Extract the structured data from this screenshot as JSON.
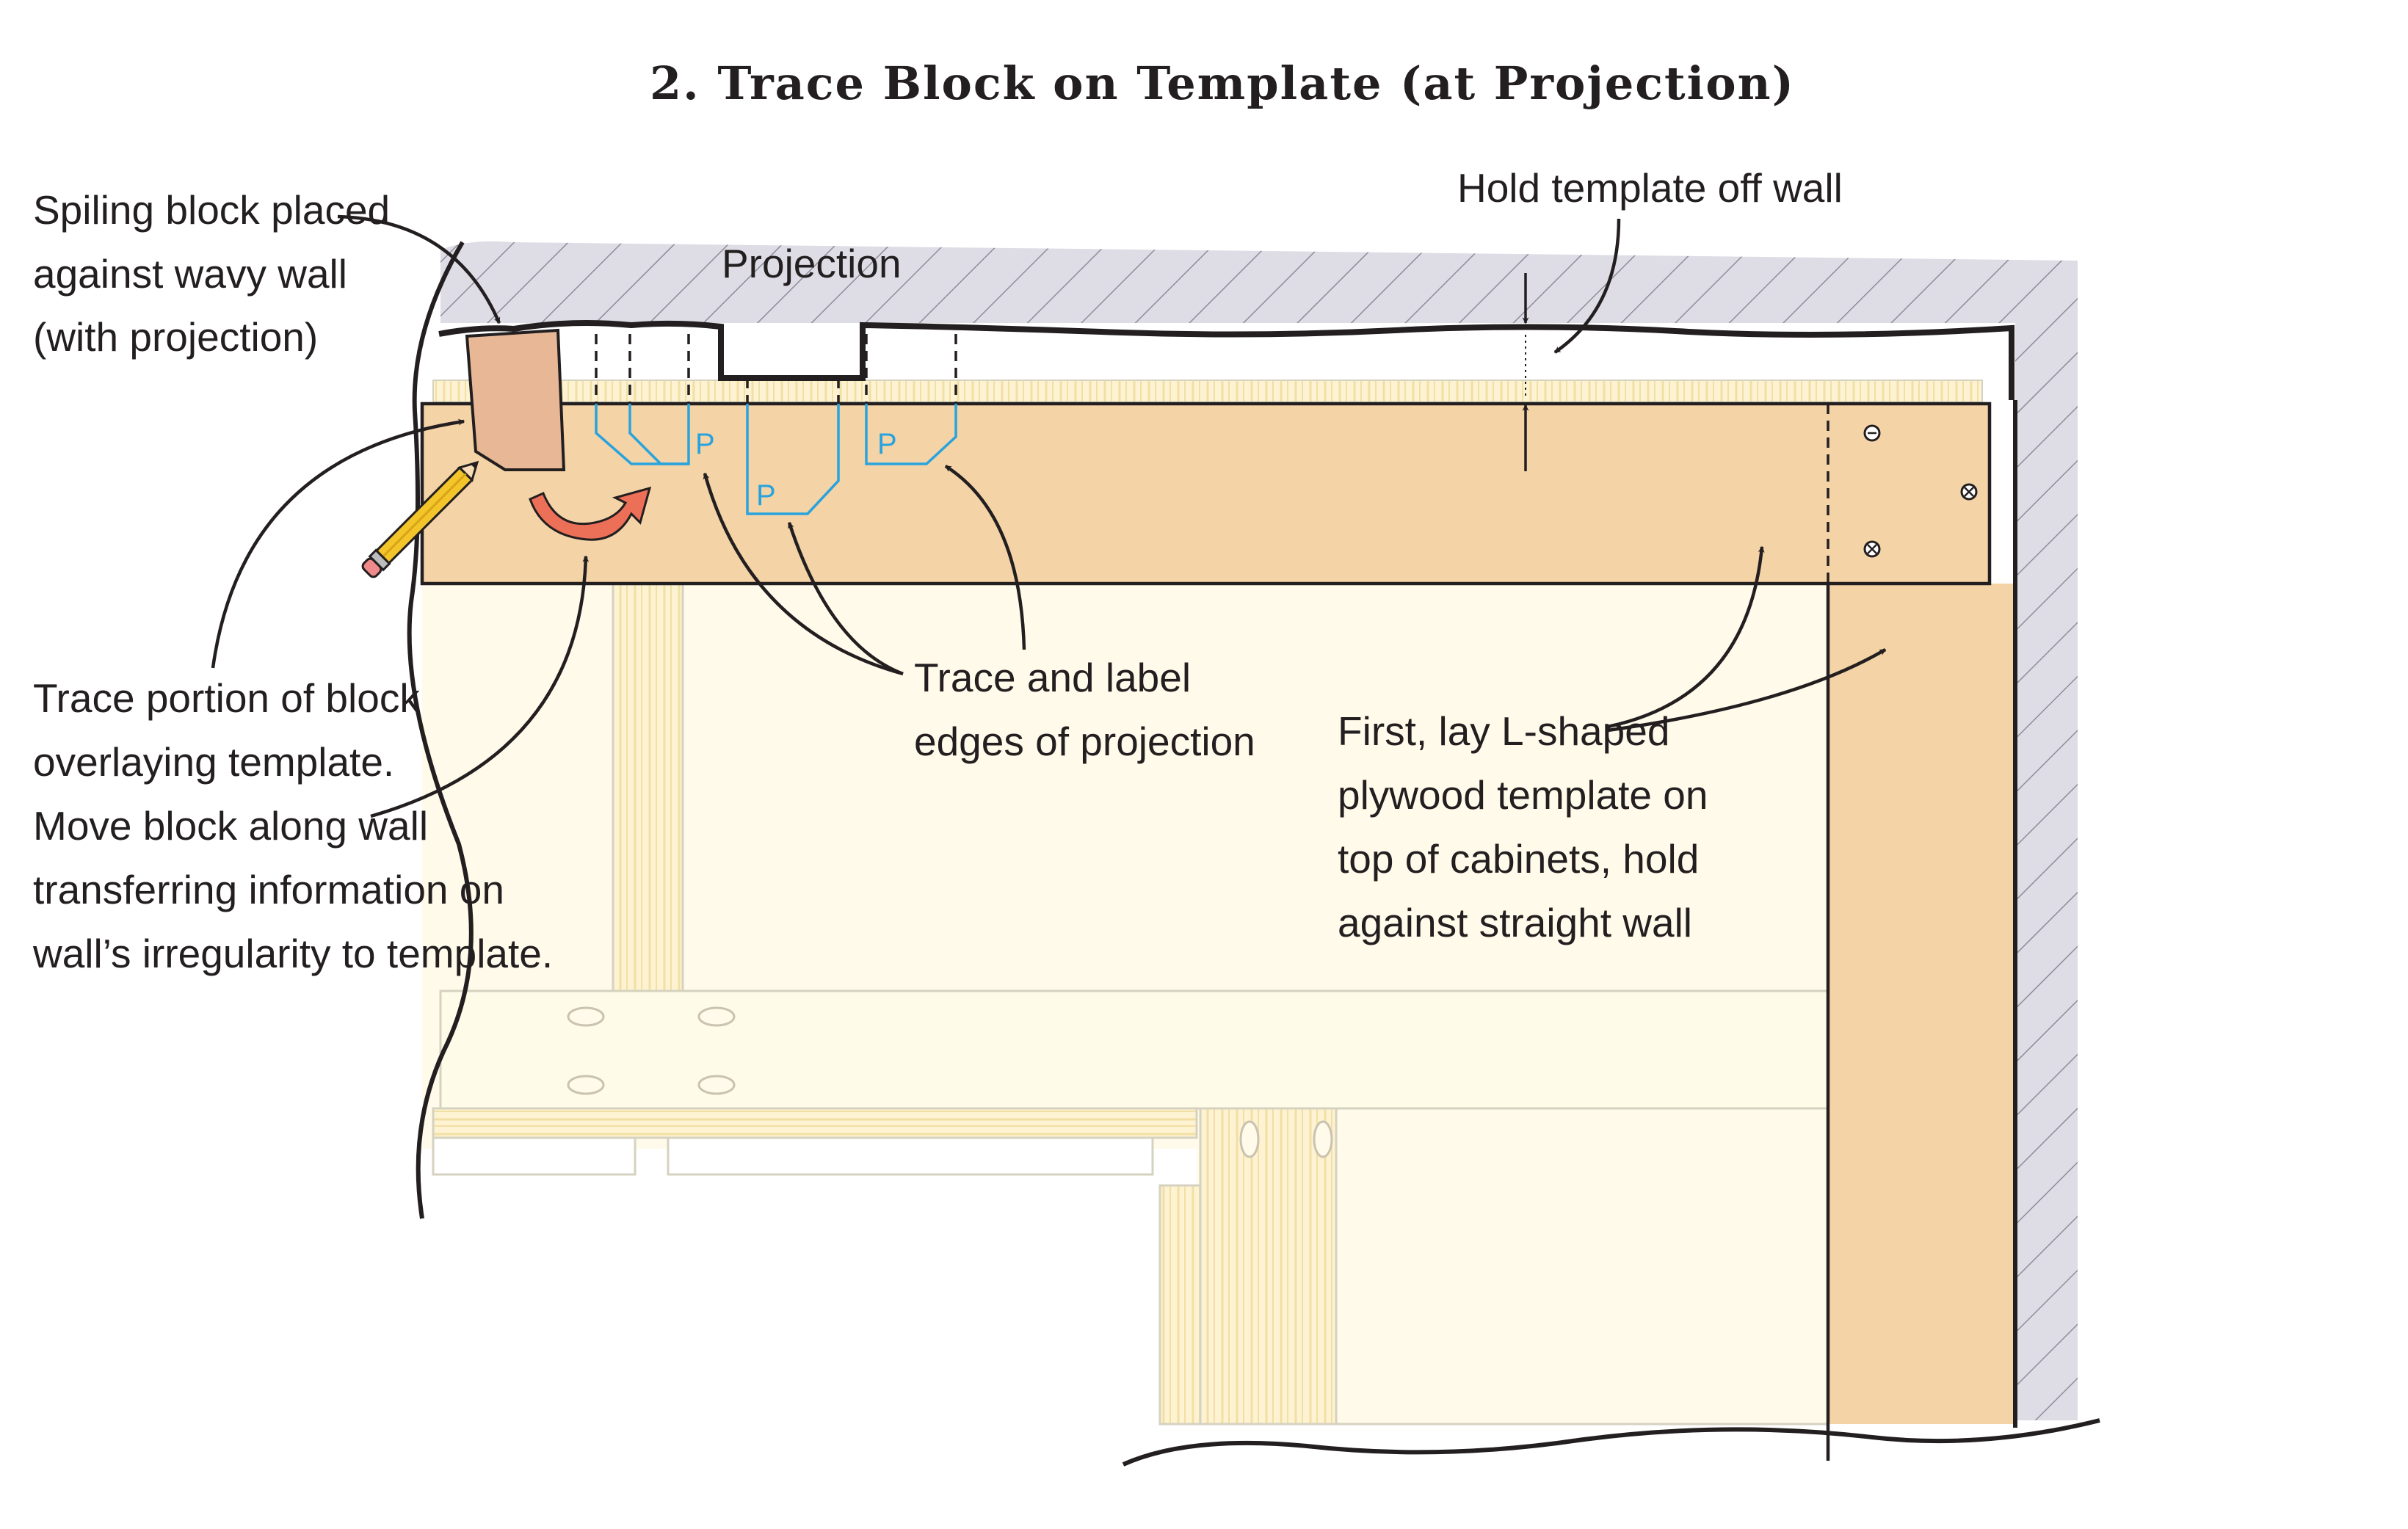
{
  "title": "2. Trace Block on Template (at Projection)",
  "callouts": {
    "spiling_block": [
      "Spiling block placed",
      "against wavy wall",
      "(with projection)"
    ],
    "projection": [
      "Projection"
    ],
    "hold_template": [
      "Hold template off wall"
    ],
    "trace_portion": [
      "Trace portion of block",
      "overlaying template.",
      "Move block along wall",
      "transferring information on",
      "wall’s irregularity to template."
    ],
    "trace_label": [
      "Trace and label",
      "edges of projection"
    ],
    "first_lay": [
      "First, lay L-shaped",
      "plywood template on",
      "top of cabinets, hold",
      "against straight wall"
    ]
  },
  "projection_labels": [
    "P",
    "P",
    "P"
  ],
  "colors": {
    "wall_fill": "#dedde6",
    "template": "#f4d3a6",
    "block": "#e8b896",
    "cabinet": "#fffaea",
    "trace_blue": "#29a3dd",
    "arrow_red": "#ec6f58",
    "pencil": "#f3c52b",
    "line": "#231f20"
  },
  "icons": [
    "pencil-icon",
    "rotate-arrow-icon",
    "screw-icon"
  ]
}
